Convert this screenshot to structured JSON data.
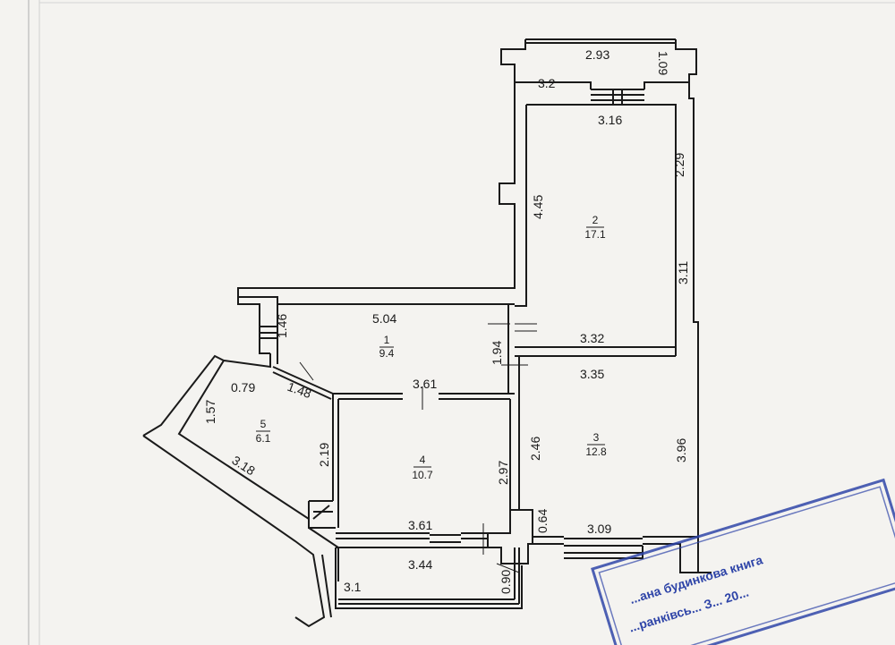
{
  "rooms": [
    {
      "number": "1",
      "area": "9.4"
    },
    {
      "number": "2",
      "area": "17.1"
    },
    {
      "number": "3",
      "area": "12.8"
    },
    {
      "number": "4",
      "area": "10.7"
    },
    {
      "number": "5",
      "area": "6.1"
    }
  ],
  "dimensions": {
    "balcony_top_width": "2.93",
    "balcony_top_depth": "1.09",
    "balcony_left": "3.2",
    "room2_top": "3.16",
    "room2_right_upper": "2.29",
    "room2_left": "4.45",
    "room2_right_lower": "3.11",
    "room1_top": "5.04",
    "room1_left": "1.46",
    "room1_right": "1.94",
    "room2_bottom": "3.32",
    "room3_top": "3.35",
    "room5_top": "0.79",
    "room1_diag": "1.48",
    "room4_top": "3.61",
    "room5_left": "1.57",
    "room5_right": "2.19",
    "room5_diag": "3.18",
    "room4_right": "2.97",
    "room3_left": "2.46",
    "room3_right": "3.96",
    "room3_wall_stub": "0.64",
    "room4_bottom": "3.61",
    "room3_bottom": "3.09",
    "lower_balcony_width": "3.44",
    "lower_balcony_depth": "0.90",
    "lower_balcony_left": "3.1"
  },
  "stamp": {
    "line1": "...ана будинкова книга",
    "line2": "...ранківсь... З... 20..."
  },
  "colors": {
    "wall": "#1a1a1a",
    "paper": "#f4f3f0",
    "stamp": "#2f45a8"
  }
}
